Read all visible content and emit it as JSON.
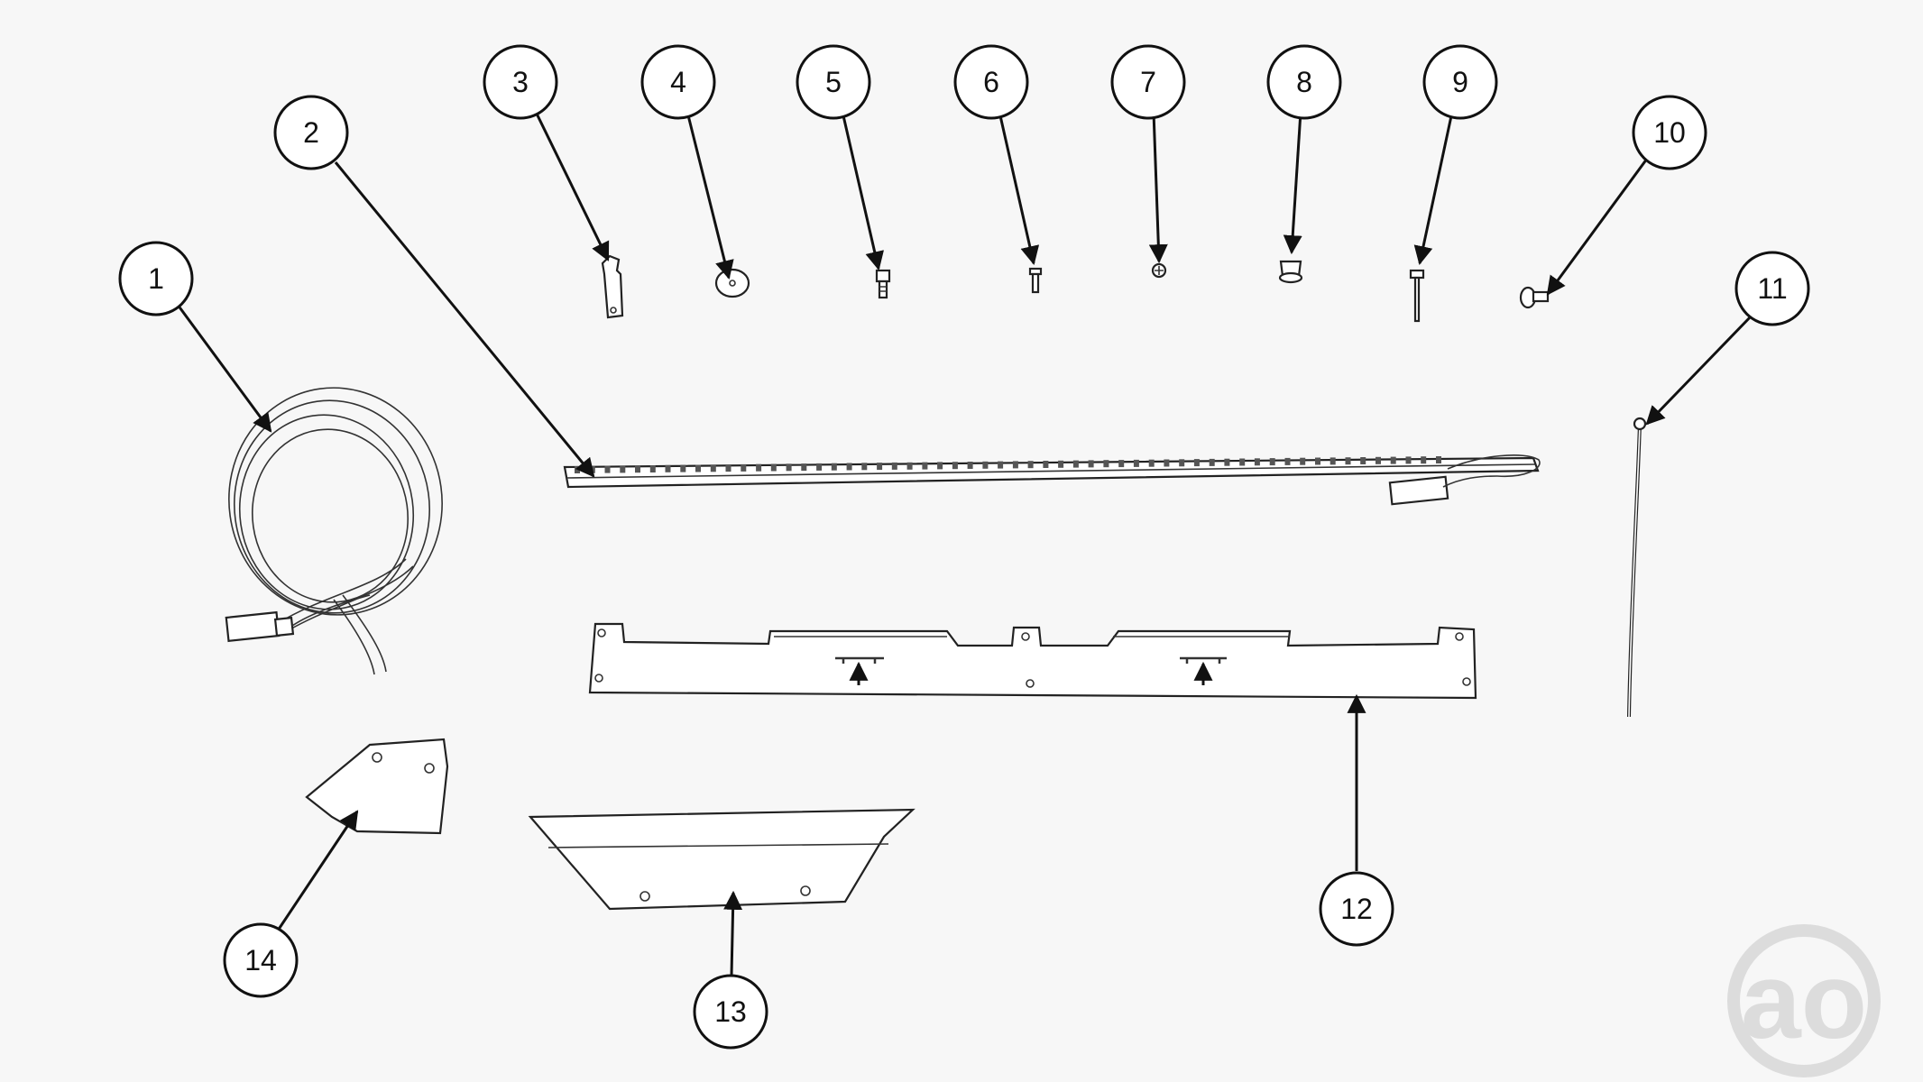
{
  "diagram": {
    "callouts": [
      {
        "id": "1",
        "label": "1"
      },
      {
        "id": "2",
        "label": "2"
      },
      {
        "id": "3",
        "label": "3"
      },
      {
        "id": "4",
        "label": "4"
      },
      {
        "id": "5",
        "label": "5"
      },
      {
        "id": "6",
        "label": "6"
      },
      {
        "id": "7",
        "label": "7"
      },
      {
        "id": "8",
        "label": "8"
      },
      {
        "id": "9",
        "label": "9"
      },
      {
        "id": "10",
        "label": "10"
      },
      {
        "id": "11",
        "label": "11"
      },
      {
        "id": "12",
        "label": "12"
      },
      {
        "id": "13",
        "label": "13"
      },
      {
        "id": "14",
        "label": "14"
      }
    ],
    "watermark": "ao"
  },
  "colors": {
    "background": "#f7f7f7",
    "line": "#111111",
    "watermark": "#d9d9d9"
  }
}
